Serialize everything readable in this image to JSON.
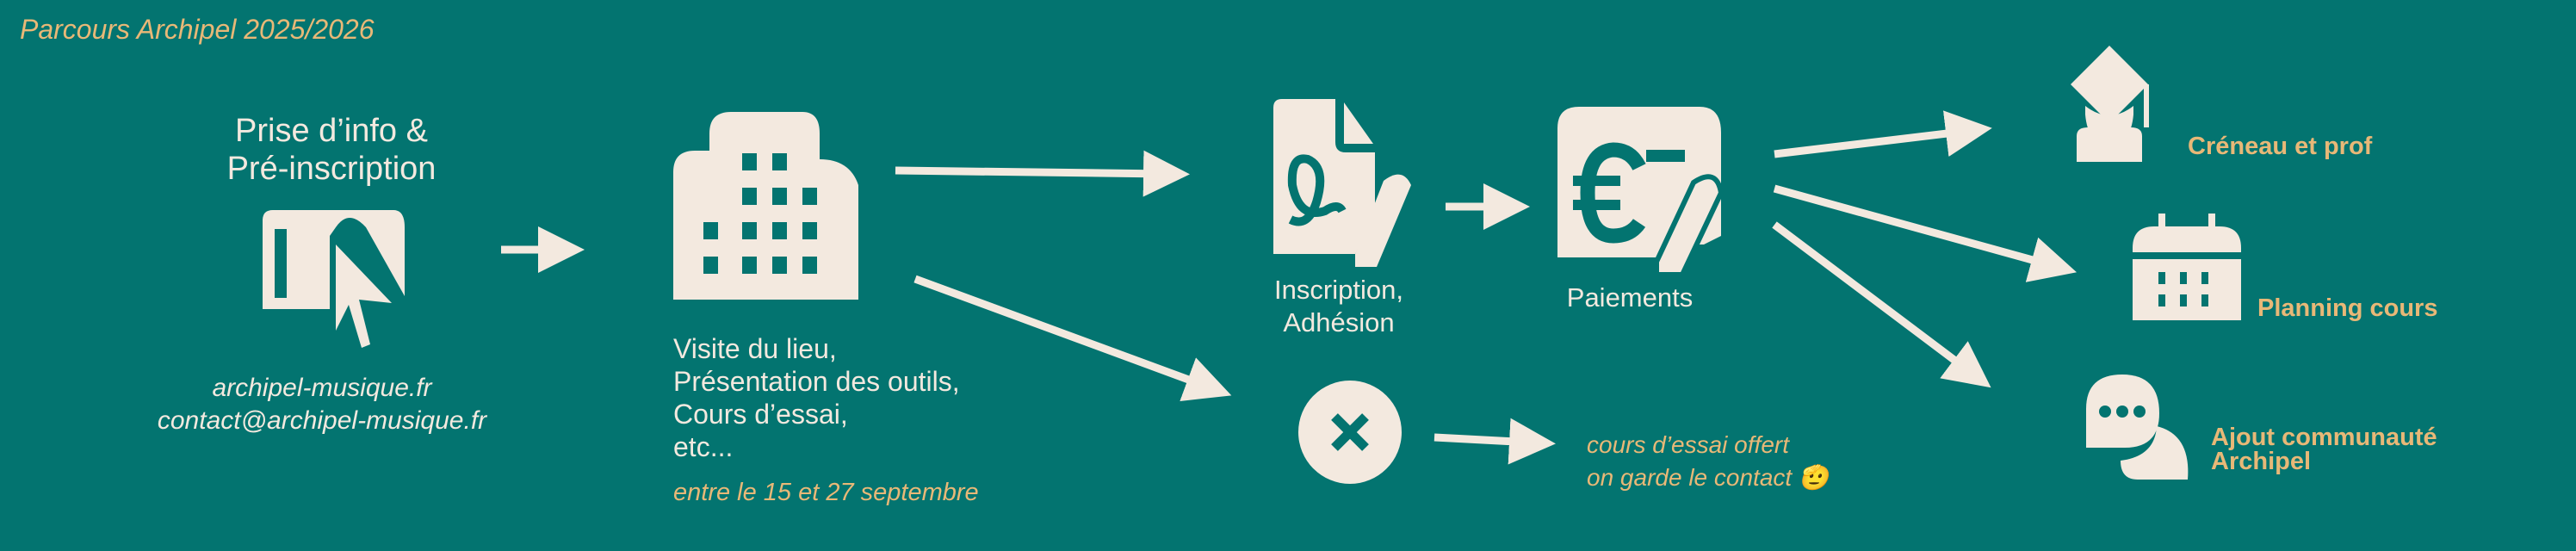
{
  "title": "Parcours Archipel 2025/2026",
  "steps": {
    "info": {
      "title_line1": "Prise d’info &",
      "title_line2": "Pré-inscription",
      "website": "archipel-musique.fr",
      "email": "contact@archipel-musique.fr"
    },
    "visit": {
      "lines": [
        "Visite du lieu,",
        "Présentation des outils,",
        "Cours d’essai,",
        "etc..."
      ],
      "dates": "entre le 15 et 27 septembre"
    },
    "registration": {
      "line1": "Inscription,",
      "line2": "Adhésion"
    },
    "payment": {
      "label": "Paiements"
    },
    "declined": {
      "line1": "cours d’essai offert",
      "line2": "on garde le contact",
      "emoji": "🫡"
    },
    "outcomes": {
      "slot": "Créneau et prof",
      "schedule": "Planning cours",
      "community_line1": "Ajout communauté",
      "community_line2": "Archipel"
    }
  },
  "colors": {
    "background": "#037470",
    "icon": "#f3e9df",
    "accent": "#e8b877"
  }
}
